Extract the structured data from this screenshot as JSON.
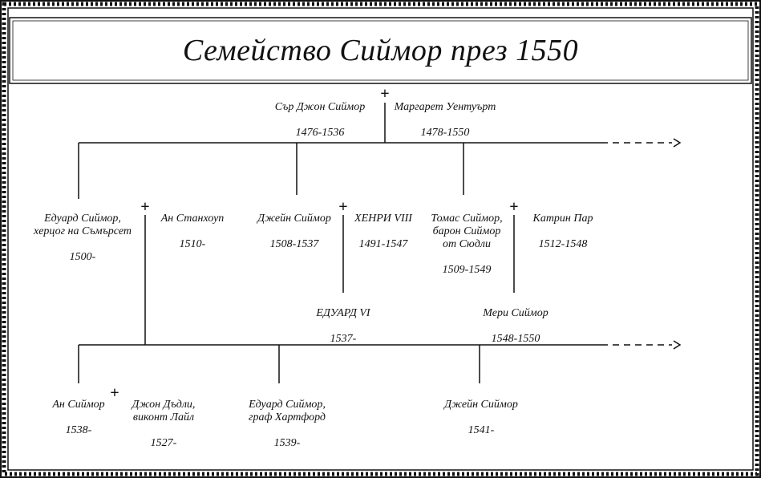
{
  "title": "Семейство Сиймор през 1550",
  "people": {
    "john": {
      "name": "Сър Джон Сиймор",
      "years": "1476-1536"
    },
    "margaret": {
      "name": "Маргарет Уентуърт",
      "years": "1478-1550"
    },
    "edward_sr": {
      "name": "Едуард Сиймор,\nхерцог на Съмърсет",
      "years": "1500-"
    },
    "anne_stanhope": {
      "name": "Ан Станхоуп",
      "years": "1510-"
    },
    "jane": {
      "name": "Джейн Сиймор",
      "years": "1508-1537"
    },
    "henry": {
      "name": "ХЕНРИ VIII",
      "years": "1491-1547"
    },
    "thomas": {
      "name": "Томас Сиймор,\nбарон Сиймор\nот Сюдли",
      "years": "1509-1549"
    },
    "catherine": {
      "name": "Катрин Пар",
      "years": "1512-1548"
    },
    "edward_vi": {
      "name": "ЕДУАРД VI",
      "years": "1537-"
    },
    "mary": {
      "name": "Мери Сиймор",
      "years": "1548-1550"
    },
    "anne_jr": {
      "name": "Ан Сиймор",
      "years": "1538-"
    },
    "john_dudley": {
      "name": "Джон Дъдли,\nвиконт Лайл",
      "years": "1527-"
    },
    "edward_jr": {
      "name": "Едуард Сиймор,\nграф Хартфорд",
      "years": "1539-"
    },
    "jane_jr": {
      "name": "Джейн Сиймор",
      "years": "1541-"
    }
  },
  "marriage_symbol": "+"
}
